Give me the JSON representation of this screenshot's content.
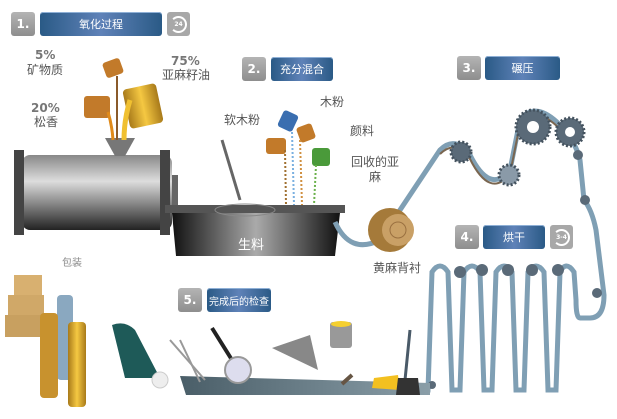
{
  "steps": [
    {
      "num": "1.",
      "label": "氧化过程",
      "duration": "24"
    },
    {
      "num": "2.",
      "label": "充分混合"
    },
    {
      "num": "3.",
      "label": "碾压"
    },
    {
      "num": "4.",
      "label": "烘干",
      "duration": "3-4"
    },
    {
      "num": "5.",
      "label": "完成后的检查"
    }
  ],
  "ingredients": {
    "mineral": {
      "pct": "5%",
      "label": "矿物质"
    },
    "linseed_oil": {
      "pct": "75%",
      "label": "亚麻籽油"
    },
    "rosin": {
      "pct": "20%",
      "label": "松香"
    }
  },
  "additives": {
    "cork": "软木粉",
    "wood": "木粉",
    "pigment": "颜料",
    "recycled": "回收的亚麻"
  },
  "raw_material": "生料",
  "jute_backing": "黄麻背衬",
  "packaging": "包装",
  "colors": {
    "step_blue": "#2a5a86",
    "badge_gray": "#9a9a9a",
    "belt_blue": "#7f9fb4",
    "belt_brown": "#7a6650"
  }
}
